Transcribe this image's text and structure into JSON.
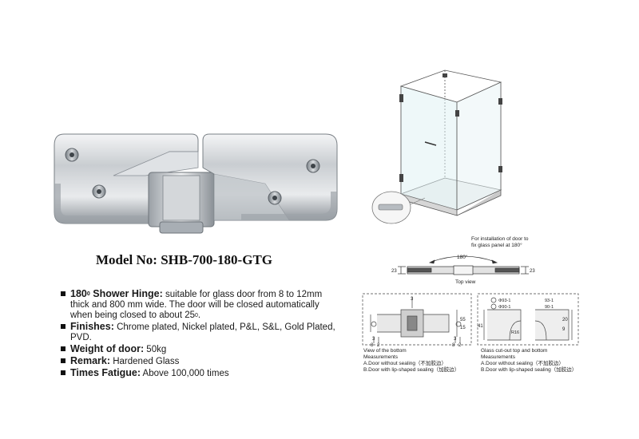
{
  "model": {
    "prefix": "Model No: ",
    "number": "SHB-700-180-GTG"
  },
  "specs": [
    {
      "label": "180",
      "label_sup": "0",
      "label_rest": " Shower Hinge:",
      "text": " suitable for glass door from 8 to 12mm thick and  800 mm wide. The door will be closed automatically when being closed to about 25",
      "text_sup": "0",
      "text_end": "."
    },
    {
      "label": "Finishes:",
      "text": " Chrome plated, Nickel plated, P&L, S&L, Gold Plated, PVD."
    },
    {
      "label": "Weight of door:",
      "text": " 50kg"
    },
    {
      "label": "Remark:",
      "text": " Hardened Glass"
    },
    {
      "label": "Times Fatigue:",
      "text": " Above 100,000 times"
    }
  ],
  "drawings": {
    "install_note_1": "For installation of door to",
    "install_note_2": "fix glass panel at 180°",
    "angle": "180°",
    "dim_23": "23",
    "top_view": "Top view",
    "bottom": {
      "line1": "View of the bottom",
      "line2": "Measurements",
      "line3": "A.Door without sealing（不加胶边）",
      "line4": "B.Door with lip-shaped sealing（加胶边）"
    },
    "cutout": {
      "line1": "Glass cut-out top and bottom",
      "line2": "Measurements",
      "line3": "A.Door without sealing（不加胶边）",
      "line4": "B.Door with lip-shaped sealing（加胶边）"
    },
    "dims": {
      "d3": "3",
      "d8": "8",
      "d2": "2",
      "d55": "55",
      "d15": "15",
      "d41": "41",
      "r93": "Φ93-1",
      "r90": "Φ90-1",
      "r93b": "93-1",
      "r90b": "90-1",
      "r16": "R16",
      "r20": "20",
      "r9": "9"
    }
  },
  "colors": {
    "metal_light": "#e6e8ea",
    "metal_mid": "#b9bec3",
    "metal_dark": "#6f767c",
    "line": "#333333",
    "accent": "#111111"
  }
}
